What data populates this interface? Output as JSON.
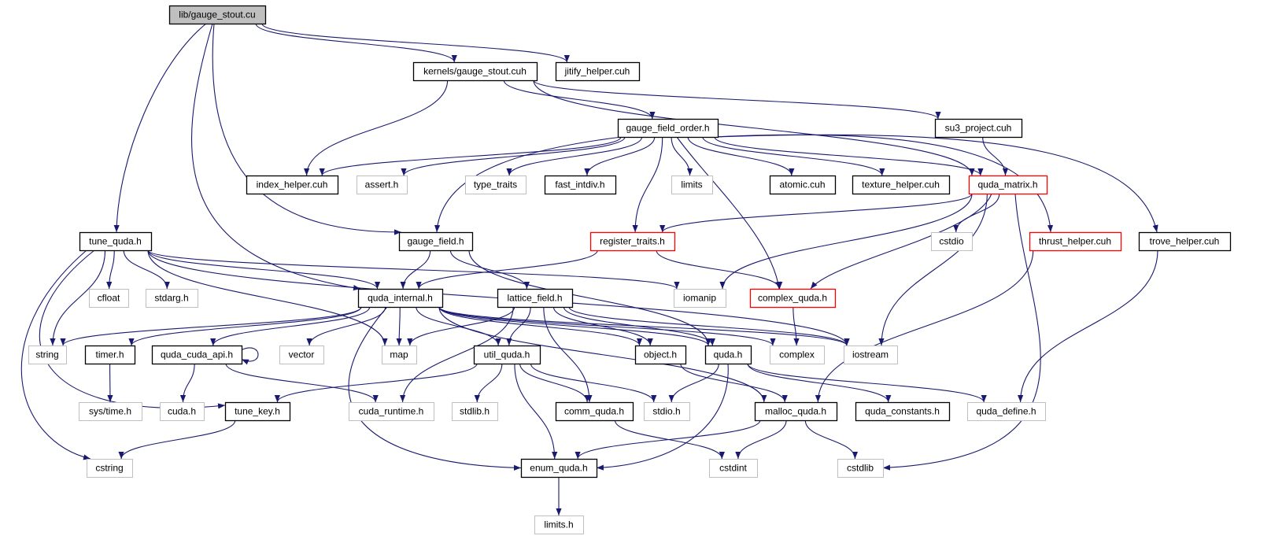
{
  "colors": {
    "edge": "#191970",
    "box_normal": "#000000",
    "box_missing": "#bfbfbf",
    "box_truncated": "#ff0000",
    "root_fill": "#bfbfbf",
    "text_normal": "#000000",
    "text_missing": "#000000"
  },
  "nodes": [
    {
      "id": "gauge_stout_cu",
      "label": "lib/gauge_stout.cu",
      "kind": "root"
    },
    {
      "id": "kernels_gauge_stout",
      "label": "kernels/gauge_stout.cuh",
      "kind": "normal"
    },
    {
      "id": "jitify_helper",
      "label": "jitify_helper.cuh",
      "kind": "normal"
    },
    {
      "id": "gauge_field_order",
      "label": "gauge_field_order.h",
      "kind": "normal"
    },
    {
      "id": "su3_project",
      "label": "su3_project.cuh",
      "kind": "normal"
    },
    {
      "id": "index_helper",
      "label": "index_helper.cuh",
      "kind": "normal"
    },
    {
      "id": "assert_h",
      "label": "assert.h",
      "kind": "missing"
    },
    {
      "id": "type_traits",
      "label": "type_traits",
      "kind": "missing"
    },
    {
      "id": "fast_intdiv",
      "label": "fast_intdiv.h",
      "kind": "normal"
    },
    {
      "id": "limits",
      "label": "limits",
      "kind": "missing"
    },
    {
      "id": "atomic_cuh",
      "label": "atomic.cuh",
      "kind": "normal"
    },
    {
      "id": "texture_helper",
      "label": "texture_helper.cuh",
      "kind": "normal"
    },
    {
      "id": "quda_matrix",
      "label": "quda_matrix.h",
      "kind": "truncated"
    },
    {
      "id": "tune_quda",
      "label": "tune_quda.h",
      "kind": "normal"
    },
    {
      "id": "gauge_field",
      "label": "gauge_field.h",
      "kind": "normal"
    },
    {
      "id": "register_traits",
      "label": "register_traits.h",
      "kind": "truncated"
    },
    {
      "id": "cstdio",
      "label": "cstdio",
      "kind": "missing"
    },
    {
      "id": "thrust_helper",
      "label": "thrust_helper.cuh",
      "kind": "truncated"
    },
    {
      "id": "trove_helper",
      "label": "trove_helper.cuh",
      "kind": "normal"
    },
    {
      "id": "cfloat",
      "label": "cfloat",
      "kind": "missing"
    },
    {
      "id": "stdarg",
      "label": "stdarg.h",
      "kind": "missing"
    },
    {
      "id": "quda_internal",
      "label": "quda_internal.h",
      "kind": "normal"
    },
    {
      "id": "lattice_field",
      "label": "lattice_field.h",
      "kind": "normal"
    },
    {
      "id": "iomanip",
      "label": "iomanip",
      "kind": "missing"
    },
    {
      "id": "complex_quda",
      "label": "complex_quda.h",
      "kind": "truncated"
    },
    {
      "id": "string",
      "label": "string",
      "kind": "missing"
    },
    {
      "id": "timer_h",
      "label": "timer.h",
      "kind": "normal"
    },
    {
      "id": "quda_cuda_api",
      "label": "quda_cuda_api.h",
      "kind": "normal"
    },
    {
      "id": "vector",
      "label": "vector",
      "kind": "missing"
    },
    {
      "id": "map",
      "label": "map",
      "kind": "missing"
    },
    {
      "id": "util_quda",
      "label": "util_quda.h",
      "kind": "normal"
    },
    {
      "id": "object_h",
      "label": "object.h",
      "kind": "normal"
    },
    {
      "id": "quda_h",
      "label": "quda.h",
      "kind": "normal"
    },
    {
      "id": "complex",
      "label": "complex",
      "kind": "missing"
    },
    {
      "id": "iostream",
      "label": "iostream",
      "kind": "missing"
    },
    {
      "id": "sys_time",
      "label": "sys/time.h",
      "kind": "missing"
    },
    {
      "id": "cuda_h",
      "label": "cuda.h",
      "kind": "missing"
    },
    {
      "id": "tune_key",
      "label": "tune_key.h",
      "kind": "normal"
    },
    {
      "id": "cuda_runtime",
      "label": "cuda_runtime.h",
      "kind": "missing"
    },
    {
      "id": "stdlib_h",
      "label": "stdlib.h",
      "kind": "missing"
    },
    {
      "id": "comm_quda",
      "label": "comm_quda.h",
      "kind": "normal"
    },
    {
      "id": "stdio_h",
      "label": "stdio.h",
      "kind": "missing"
    },
    {
      "id": "malloc_quda",
      "label": "malloc_quda.h",
      "kind": "normal"
    },
    {
      "id": "quda_constants",
      "label": "quda_constants.h",
      "kind": "normal"
    },
    {
      "id": "quda_define",
      "label": "quda_define.h",
      "kind": "missing"
    },
    {
      "id": "cstring",
      "label": "cstring",
      "kind": "missing"
    },
    {
      "id": "enum_quda",
      "label": "enum_quda.h",
      "kind": "normal"
    },
    {
      "id": "cstdint",
      "label": "cstdint",
      "kind": "missing"
    },
    {
      "id": "cstdlib",
      "label": "cstdlib",
      "kind": "missing"
    },
    {
      "id": "limits_h",
      "label": "limits.h",
      "kind": "missing"
    }
  ],
  "edges": [
    [
      "gauge_stout_cu",
      "kernels_gauge_stout"
    ],
    [
      "gauge_stout_cu",
      "jitify_helper"
    ],
    [
      "gauge_stout_cu",
      "tune_quda"
    ],
    [
      "gauge_stout_cu",
      "quda_internal"
    ],
    [
      "gauge_stout_cu",
      "gauge_field"
    ],
    [
      "kernels_gauge_stout",
      "gauge_field_order"
    ],
    [
      "kernels_gauge_stout",
      "index_helper"
    ],
    [
      "kernels_gauge_stout",
      "su3_project"
    ],
    [
      "kernels_gauge_stout",
      "quda_matrix"
    ],
    [
      "su3_project",
      "quda_matrix"
    ],
    [
      "gauge_field_order",
      "index_helper"
    ],
    [
      "gauge_field_order",
      "assert_h"
    ],
    [
      "gauge_field_order",
      "type_traits"
    ],
    [
      "gauge_field_order",
      "fast_intdiv"
    ],
    [
      "gauge_field_order",
      "limits"
    ],
    [
      "gauge_field_order",
      "atomic_cuh"
    ],
    [
      "gauge_field_order",
      "texture_helper"
    ],
    [
      "gauge_field_order",
      "quda_matrix"
    ],
    [
      "gauge_field_order",
      "gauge_field"
    ],
    [
      "gauge_field_order",
      "register_traits"
    ],
    [
      "gauge_field_order",
      "complex_quda"
    ],
    [
      "gauge_field_order",
      "thrust_helper"
    ],
    [
      "gauge_field_order",
      "trove_helper"
    ],
    [
      "quda_matrix",
      "register_traits"
    ],
    [
      "quda_matrix",
      "cstdio"
    ],
    [
      "quda_matrix",
      "iomanip"
    ],
    [
      "quda_matrix",
      "complex_quda"
    ],
    [
      "quda_matrix",
      "iostream"
    ],
    [
      "quda_matrix",
      "cstdlib"
    ],
    [
      "register_traits",
      "quda_internal"
    ],
    [
      "register_traits",
      "complex_quda"
    ],
    [
      "complex_quda",
      "complex"
    ],
    [
      "thrust_helper",
      "malloc_quda"
    ],
    [
      "trove_helper",
      "quda_define"
    ],
    [
      "tune_quda",
      "cfloat"
    ],
    [
      "tune_quda",
      "stdarg"
    ],
    [
      "tune_quda",
      "string"
    ],
    [
      "tune_quda",
      "quda_internal"
    ],
    [
      "tune_quda",
      "map"
    ],
    [
      "tune_quda",
      "iomanip"
    ],
    [
      "tune_quda",
      "iostream"
    ],
    [
      "tune_quda",
      "tune_key"
    ],
    [
      "tune_quda",
      "cstring"
    ],
    [
      "gauge_field",
      "quda_internal"
    ],
    [
      "gauge_field",
      "lattice_field"
    ],
    [
      "gauge_field",
      "quda_h"
    ],
    [
      "quda_internal",
      "string"
    ],
    [
      "quda_internal",
      "timer_h"
    ],
    [
      "quda_internal",
      "quda_cuda_api"
    ],
    [
      "quda_internal",
      "vector"
    ],
    [
      "quda_internal",
      "map"
    ],
    [
      "quda_internal",
      "util_quda"
    ],
    [
      "quda_internal",
      "object_h"
    ],
    [
      "quda_internal",
      "quda_h"
    ],
    [
      "quda_internal",
      "complex"
    ],
    [
      "quda_internal",
      "iostream"
    ],
    [
      "quda_internal",
      "malloc_quda"
    ],
    [
      "quda_internal",
      "enum_quda"
    ],
    [
      "lattice_field",
      "map"
    ],
    [
      "lattice_field",
      "cuda_runtime"
    ],
    [
      "lattice_field",
      "util_quda"
    ],
    [
      "lattice_field",
      "object_h"
    ],
    [
      "lattice_field",
      "quda_h"
    ],
    [
      "lattice_field",
      "comm_quda"
    ],
    [
      "lattice_field",
      "iostream"
    ],
    [
      "timer_h",
      "sys_time"
    ],
    [
      "quda_cuda_api",
      "cuda_h"
    ],
    [
      "quda_cuda_api",
      "cuda_runtime"
    ],
    [
      "quda_cuda_api",
      "quda_cuda_api"
    ],
    [
      "util_quda",
      "tune_key"
    ],
    [
      "util_quda",
      "stdlib_h"
    ],
    [
      "util_quda",
      "comm_quda"
    ],
    [
      "util_quda",
      "stdio_h"
    ],
    [
      "util_quda",
      "enum_quda"
    ],
    [
      "object_h",
      "malloc_quda"
    ],
    [
      "quda_h",
      "stdio_h"
    ],
    [
      "quda_h",
      "enum_quda"
    ],
    [
      "quda_h",
      "quda_constants"
    ],
    [
      "quda_h",
      "quda_define"
    ],
    [
      "tune_key",
      "cstring"
    ],
    [
      "comm_quda",
      "cstdint"
    ],
    [
      "malloc_quda",
      "enum_quda"
    ],
    [
      "malloc_quda",
      "cstdint"
    ],
    [
      "malloc_quda",
      "cstdlib"
    ],
    [
      "enum_quda",
      "limits_h"
    ]
  ]
}
